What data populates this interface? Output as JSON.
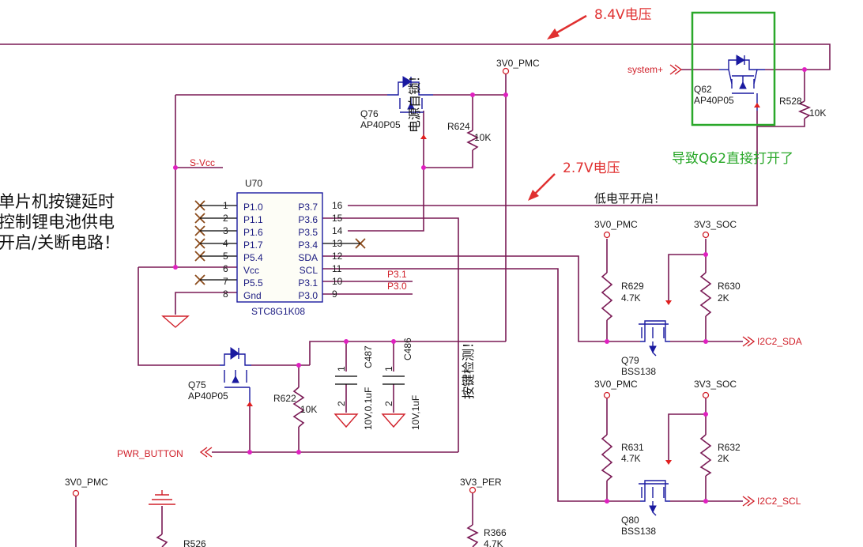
{
  "notes": {
    "v84": "8.4V电压",
    "v27": "2.7V电压",
    "q62_open": "导致Q62直接打开了",
    "desc_line1": "单片机按键延时",
    "desc_line2": "控制锂电池供电",
    "desc_line3": "开启/关断电路！",
    "low_level_on": "低电平开启！",
    "power_latch": "电源自锁！",
    "key_detect": "按键检测！"
  },
  "nets": {
    "v3v0_pmc_top": "3V0_PMC",
    "system_plus": "system+",
    "s_vcc": "S-Vcc",
    "v3v0_pmc_r629": "3V0_PMC",
    "v3v3_soc_r630": "3V3_SOC",
    "v3v0_pmc_r631": "3V0_PMC",
    "v3v3_soc_r632": "3V3_SOC",
    "i2c2_sda": "I2C2_SDA",
    "i2c2_scl": "I2C2_SCL",
    "pwr_button": "PWR_BUTTON",
    "v3v0_pmc_bottom": "3V0_PMC",
    "v3v3_per": "3V3_PER",
    "p31": "P3.1",
    "p30": "P3.0"
  },
  "components": {
    "q62_ref": "Q62",
    "q62_val": "AP40P05",
    "q76_ref": "Q76",
    "q76_val": "AP40P05",
    "q75_ref": "Q75",
    "q75_val": "AP40P05",
    "q79_ref": "Q79",
    "q79_val": "BSS138",
    "q80_ref": "Q80",
    "q80_val": "BSS138",
    "r528_ref": "R528",
    "r528_val": "10K",
    "r624_ref": "R624",
    "r624_val": "10K",
    "r622_ref": "R622",
    "r622_val": "10K",
    "r629_ref": "R629",
    "r629_val": "4.7K",
    "r630_ref": "R630",
    "r630_val": "2K",
    "r631_ref": "R631",
    "r631_val": "4.7K",
    "r632_ref": "R632",
    "r632_val": "2K",
    "r526_ref": "R526",
    "r366_ref": "R366",
    "r366_val": "4.7K",
    "c487_ref": "C487",
    "c487_val": "10V,0.1uF",
    "c487_p1": "1",
    "c487_p2": "2",
    "c486_ref": "C486",
    "c486_val": "10V,1uF",
    "c486_p1": "1",
    "c486_p2": "2"
  },
  "ic": {
    "ref": "U70",
    "part": "STC8G1K08",
    "left_pins": [
      {
        "num": "1",
        "name": "P1.0"
      },
      {
        "num": "2",
        "name": "P1.1"
      },
      {
        "num": "3",
        "name": "P1.6"
      },
      {
        "num": "4",
        "name": "P1.7"
      },
      {
        "num": "5",
        "name": "P5.4"
      },
      {
        "num": "6",
        "name": "Vcc"
      },
      {
        "num": "7",
        "name": "P5.5"
      },
      {
        "num": "8",
        "name": "Gnd"
      }
    ],
    "right_pins": [
      {
        "num": "16",
        "name": "P3.7"
      },
      {
        "num": "15",
        "name": "P3.6"
      },
      {
        "num": "14",
        "name": "P3.5"
      },
      {
        "num": "13",
        "name": "P3.4"
      },
      {
        "num": "12",
        "name": "SDA"
      },
      {
        "num": "11",
        "name": "SCL"
      },
      {
        "num": "10",
        "name": "P3.1"
      },
      {
        "num": "9",
        "name": "P3.0"
      }
    ]
  },
  "colors": {
    "wire": "#7a1a55",
    "symbol": "#1a1aa0",
    "net_label": "#d0202a",
    "annotation_red": "#e03030",
    "annotation_green": "#2aa82a",
    "highlight_box": "#2aa82a",
    "junction": "#e020c0"
  }
}
